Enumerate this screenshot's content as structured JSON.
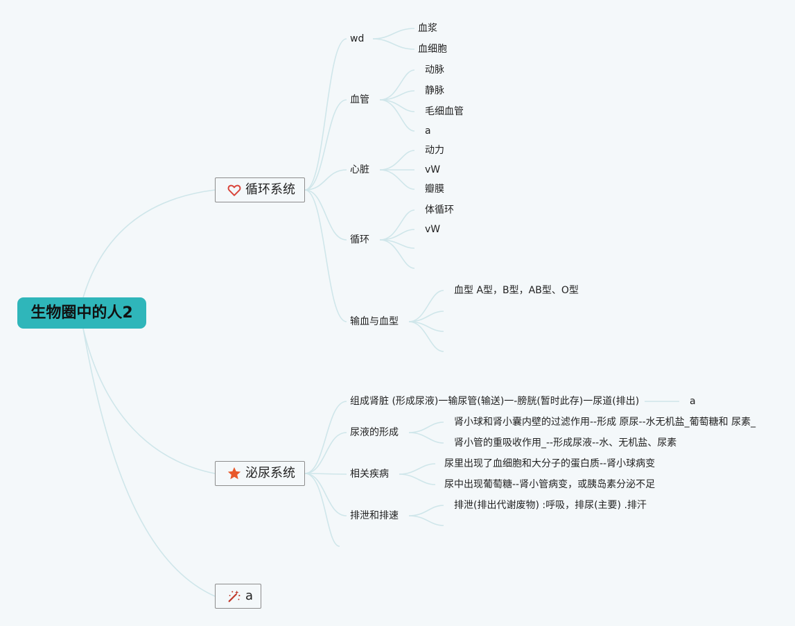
{
  "root": {
    "label": "生物圈中的人2"
  },
  "branches": [
    {
      "label": "循环系统",
      "icon": "heart-icon",
      "children": [
        {
          "label": "wd",
          "children": [
            "血浆",
            "血细胞"
          ]
        },
        {
          "label": "血管",
          "children": [
            "动脉",
            "静脉",
            "毛细血管",
            "a"
          ]
        },
        {
          "label": "心脏",
          "children": [
            "动力",
            "vW",
            "瓣膜"
          ]
        },
        {
          "label": "循环",
          "children": [
            "体循环",
            "vW",
            "",
            ""
          ]
        },
        {
          "label": "输血与血型",
          "children": [
            "血型 A型，B型，AB型、O型",
            "",
            "",
            ""
          ]
        }
      ]
    },
    {
      "label": "泌尿系统",
      "icon": "star-icon",
      "children": [
        {
          "label": "组成肾脏 (形成尿液)一输尿管(输送)一-膀胱(暂时此存)一尿道(排出)",
          "children": [
            "a"
          ]
        },
        {
          "label": "尿液的形成",
          "children": [
            "肾小球和肾小囊内壁的过滤作用--形成 原尿--水无机盐_葡萄糖和 尿素_",
            "肾小管的重吸收作用_--形成尿液--水、无机盐、尿素"
          ]
        },
        {
          "label": "相关疾病",
          "children": [
            "尿里出现了血细胞和大分子的蛋白质--肾小球病变",
            "尿中出现葡萄糖--肾小管病变，或胰岛素分泌不足"
          ]
        },
        {
          "label": "排泄和排速",
          "children": [
            "排泄(排出代谢废物) :呼吸，排尿(主要) .排汗",
            ""
          ]
        },
        {
          "label": "",
          "children": []
        }
      ]
    },
    {
      "label": "a",
      "icon": "magic-wand-icon",
      "children": []
    }
  ],
  "colors": {
    "root_fill": "#2fb6ba",
    "connector": "#cfe6ea",
    "heart": "#d9453b",
    "star": "#e8582a",
    "background": "#f4f8fa"
  }
}
